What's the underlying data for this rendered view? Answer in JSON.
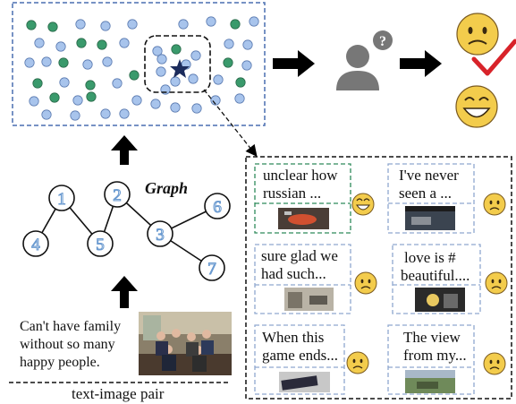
{
  "graph": {
    "title": "Graph",
    "nodes": [
      "1",
      "2",
      "3",
      "4",
      "5",
      "6",
      "7"
    ]
  },
  "pair": {
    "caption_lines": [
      "Can't have family",
      "without so many",
      "happy people."
    ],
    "label": "text-image pair"
  },
  "cards": [
    {
      "line1": "unclear how",
      "line2": "russian ...",
      "emoji": "happy"
    },
    {
      "line1": "I've never",
      "line2": "seen a ...",
      "emoji": "sad"
    },
    {
      "line1": "sure glad we",
      "line2": "had such...",
      "emoji": "sad"
    },
    {
      "line1": "love is #",
      "line2": "beautiful....",
      "emoji": "sad"
    },
    {
      "line1": "When this",
      "line2": "game ends...",
      "emoji": "sad"
    },
    {
      "line1": "The view",
      "line2": "from my...",
      "emoji": "sad"
    }
  ],
  "outcomes": [
    "sad-face-icon",
    "happy-face-icon"
  ],
  "colors": {
    "blue_node": "#a8c4ec",
    "green_node": "#3a9a6c",
    "dash_blue": "#4a6fb0",
    "emoji": "#f3cc4c",
    "check": "#d8232a",
    "person": "#777777"
  }
}
